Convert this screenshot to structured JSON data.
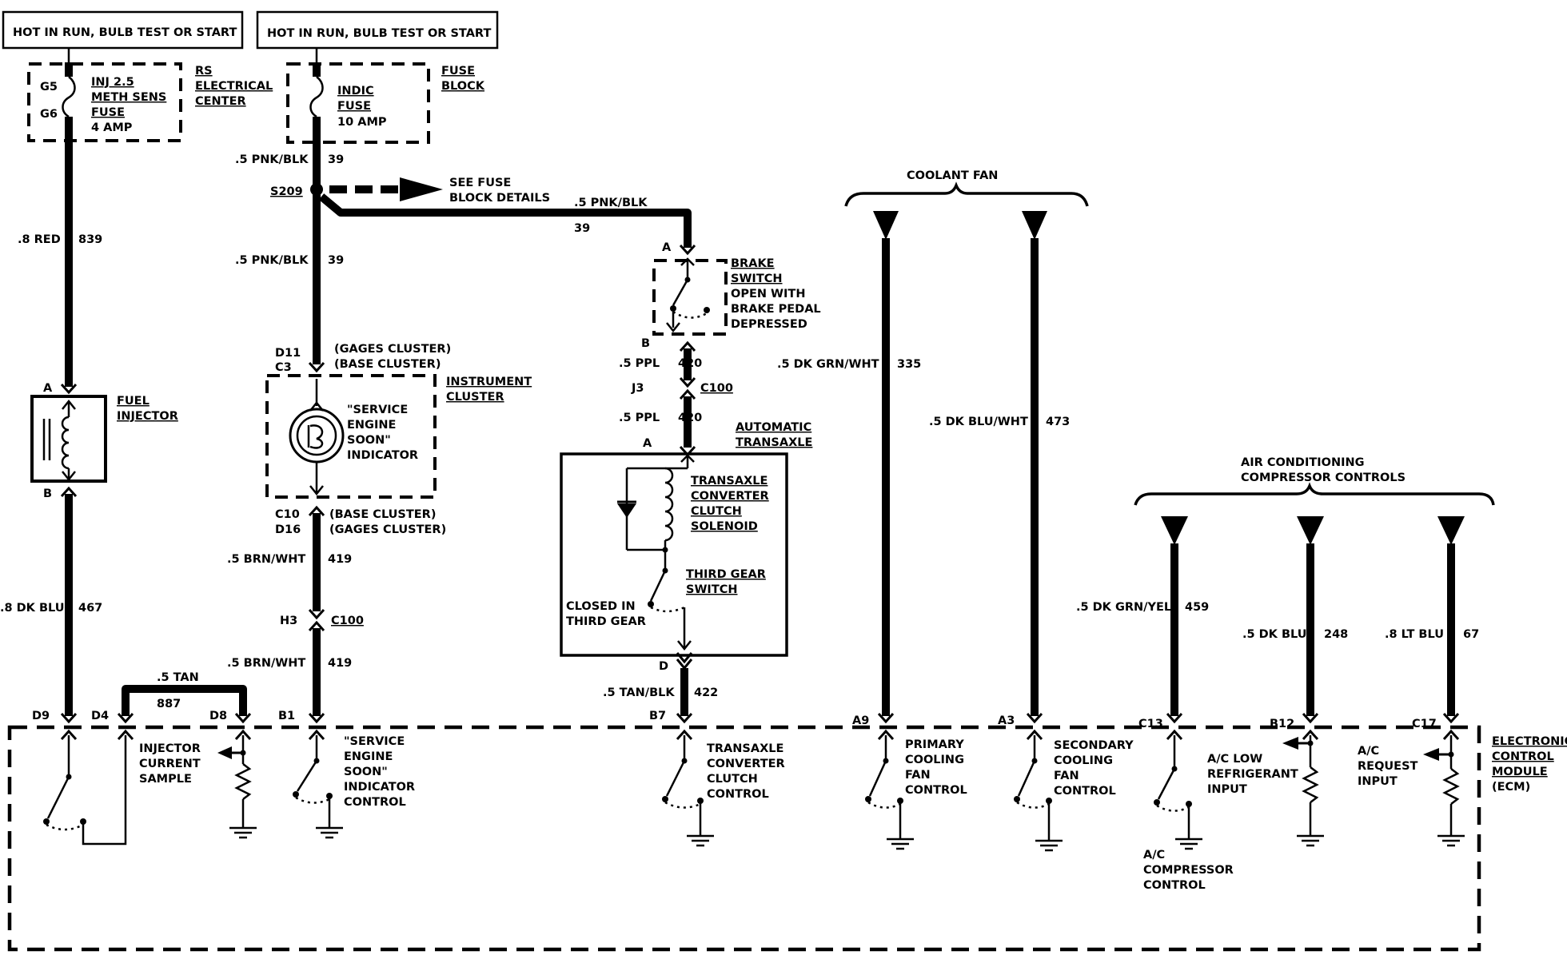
{
  "power_labels": {
    "left": "HOT IN RUN, BULB TEST OR START",
    "right": "HOT IN RUN, BULB TEST OR START"
  },
  "fuse1": {
    "pin_top": "G5",
    "pin_bottom": "G6",
    "line1": "INJ 2.5",
    "line2": "METH SENS",
    "line3": "FUSE",
    "line4": "4 AMP",
    "location_line1": "RS",
    "location_line2": "ELECTRICAL",
    "location_line3": "CENTER"
  },
  "fuse2": {
    "line1": "INDIC",
    "line2": "FUSE",
    "line3": "10 AMP",
    "location_line1": "FUSE",
    "location_line2": "BLOCK"
  },
  "wires": {
    "w39_top_color": ".5 PNK/BLK",
    "w39_top_num": "39",
    "w39_mid_color": ".5 PNK/BLK",
    "w39_mid_num": "39",
    "w39_horiz_color": ".5 PNK/BLK",
    "w39_horiz_num": "39",
    "w839_color": ".8 RED",
    "w839_num": "839",
    "w467_color": ".8 DK BLU",
    "w467_num": "467",
    "w887_color": ".5 TAN",
    "w887_num": "887",
    "w419a_color": ".5 BRN/WHT",
    "w419a_num": "419",
    "w419b_color": ".5 BRN/WHT",
    "w419b_num": "419",
    "w420a_color": ".5 PPL",
    "w420a_num": "420",
    "w420b_color": ".5 PPL",
    "w420b_num": "420",
    "w422_color": ".5 TAN/BLK",
    "w422_num": "422",
    "w335_color": ".5 DK GRN/WHT",
    "w335_num": "335",
    "w473_color": ".5 DK BLU/WHT",
    "w473_num": "473",
    "w459_color": ".5 DK GRN/YEL",
    "w459_num": "459",
    "w248_color": ".5 DK BLU",
    "w248_num": "248",
    "w67_color": ".8 LT BLU",
    "w67_num": "67"
  },
  "splice": {
    "id": "S209",
    "note_line1": "SEE FUSE",
    "note_line2": "BLOCK DETAILS"
  },
  "injector": {
    "pin_a": "A",
    "pin_b": "B",
    "line1": "FUEL",
    "line2": "INJECTOR"
  },
  "cluster": {
    "pin_d11": "D11",
    "pin_c3": "C3",
    "top_note1": "(GAGES CLUSTER)",
    "top_note2": "(BASE CLUSTER)",
    "pin_c10": "C10",
    "pin_d16": "D16",
    "bottom_note1": "(BASE CLUSTER)",
    "bottom_note2": "(GAGES CLUSTER)",
    "ind_line1": "\"SERVICE",
    "ind_line2": "ENGINE",
    "ind_line3": "SOON\"",
    "ind_line4": "INDICATOR",
    "name_line1": "INSTRUMENT",
    "name_line2": "CLUSTER"
  },
  "connector_c100": {
    "pin_h3": "H3",
    "name": "C100",
    "pin_j3": "J3",
    "name2": "C100"
  },
  "brake": {
    "pin_a": "A",
    "pin_b": "B",
    "line1": "BRAKE",
    "line2": "SWITCH",
    "line3": "OPEN WITH",
    "line4": "BRAKE PEDAL",
    "line5": "DEPRESSED"
  },
  "transaxle": {
    "pin_a": "A",
    "pin_d": "D",
    "name_line1": "AUTOMATIC",
    "name_line2": "TRANSAXLE",
    "sol_line1": "TRANSAXLE",
    "sol_line2": "CONVERTER",
    "sol_line3": "CLUTCH",
    "sol_line4": "SOLENOID",
    "sw_line1": "THIRD GEAR",
    "sw_line2": "SWITCH",
    "closed_line1": "CLOSED IN",
    "closed_line2": "THIRD GEAR"
  },
  "coolant_fan": {
    "title": "COOLANT FAN"
  },
  "ac": {
    "title_line1": "AIR CONDITIONING",
    "title_line2": "COMPRESSOR CONTROLS"
  },
  "ecm": {
    "name_line1": "ELECTRONIC",
    "name_line2": "CONTROL",
    "name_line3": "MODULE",
    "name_line4": "(ECM)",
    "pin_d9": "D9",
    "pin_d4": "D4",
    "pin_d8": "D8",
    "pin_b1": "B1",
    "pin_b7": "B7",
    "pin_a9": "A9",
    "pin_a3": "A3",
    "pin_c13": "C13",
    "pin_b12": "B12",
    "pin_c17": "C17",
    "inj_line1": "INJECTOR",
    "inj_line2": "CURRENT",
    "inj_line3": "SAMPLE",
    "ses_line1": "\"SERVICE",
    "ses_line2": "ENGINE",
    "ses_line3": "SOON\"",
    "ses_line4": "INDICATOR",
    "ses_line5": "CONTROL",
    "tcc_line1": "TRANSAXLE",
    "tcc_line2": "CONVERTER",
    "tcc_line3": "CLUTCH",
    "tcc_line4": "CONTROL",
    "pfan_line1": "PRIMARY",
    "pfan_line2": "COOLING",
    "pfan_line3": "FAN",
    "pfan_line4": "CONTROL",
    "sfan_line1": "SECONDARY",
    "sfan_line2": "COOLING",
    "sfan_line3": "FAN",
    "sfan_line4": "CONTROL",
    "acc_line1": "A/C",
    "acc_line2": "COMPRESSOR",
    "acc_line3": "CONTROL",
    "aclow_line1": "A/C LOW",
    "aclow_line2": "REFRIGERANT",
    "aclow_line3": "INPUT",
    "acreq_line1": "A/C",
    "acreq_line2": "REQUEST",
    "acreq_line3": "INPUT"
  }
}
